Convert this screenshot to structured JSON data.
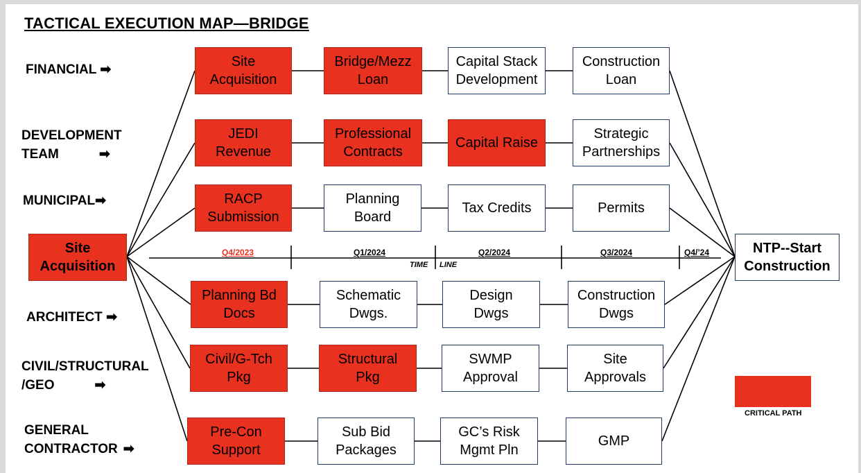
{
  "title": "TACTICAL EXECUTION MAP—BRIDGE",
  "colors": {
    "critical": "#e8311f",
    "border": "#1f3864"
  },
  "row_labels": {
    "financial": "FINANCIAL",
    "dev_line1": "DEVELOPMENT",
    "dev_line2": "TEAM",
    "municipal": "MUNICIPAL",
    "architect": "ARCHITECT",
    "civil_line1": "CIVIL/STRUCTURAL",
    "civil_line2": "/GEO",
    "gc_line1": "GENERAL",
    "gc_line2": "CONTRACTOR",
    "arrow": "➡"
  },
  "start_node": "Site\nAcquisition",
  "end_node": "NTP--Start\nConstruction",
  "rows": {
    "financial": [
      {
        "label": "Site\nAcquisition",
        "critical": true
      },
      {
        "label": "Bridge/Mezz\nLoan",
        "critical": true
      },
      {
        "label": "Capital Stack\nDevelopment",
        "critical": false
      },
      {
        "label": "Construction\nLoan",
        "critical": false
      }
    ],
    "development": [
      {
        "label": "JEDI\nRevenue",
        "critical": true
      },
      {
        "label": "Professional\nContracts",
        "critical": true
      },
      {
        "label": "Capital Raise",
        "critical": true
      },
      {
        "label": "Strategic\nPartnerships",
        "critical": false
      }
    ],
    "municipal": [
      {
        "label": "RACP\nSubmission",
        "critical": true
      },
      {
        "label": "Planning\nBoard",
        "critical": false
      },
      {
        "label": "Tax Credits",
        "critical": false
      },
      {
        "label": "Permits",
        "critical": false
      }
    ],
    "architect": [
      {
        "label": "Planning Bd\nDocs",
        "critical": true
      },
      {
        "label": "Schematic\nDwgs.",
        "critical": false
      },
      {
        "label": "Design\nDwgs",
        "critical": false
      },
      {
        "label": "Construction\nDwgs",
        "critical": false
      }
    ],
    "civil": [
      {
        "label": "Civil/G-Tch\nPkg",
        "critical": true
      },
      {
        "label": "Structural\nPkg",
        "critical": true
      },
      {
        "label": "SWMP\nApproval",
        "critical": false
      },
      {
        "label": "Site\nApprovals",
        "critical": false
      }
    ],
    "gc": [
      {
        "label": "Pre-Con\nSupport",
        "critical": true
      },
      {
        "label": "Sub Bid\nPackages",
        "critical": false
      },
      {
        "label": "GC’s Risk\nMgmt Pln",
        "critical": false
      },
      {
        "label": "GMP",
        "critical": false
      }
    ]
  },
  "timeline": {
    "periods": [
      "Q4/2023",
      "Q1/2024",
      "Q2/2024",
      "Q3/2024",
      "Q4/’24"
    ],
    "caption_left": "TIME",
    "caption_right": "LINE"
  },
  "legend": "CRITICAL PATH"
}
